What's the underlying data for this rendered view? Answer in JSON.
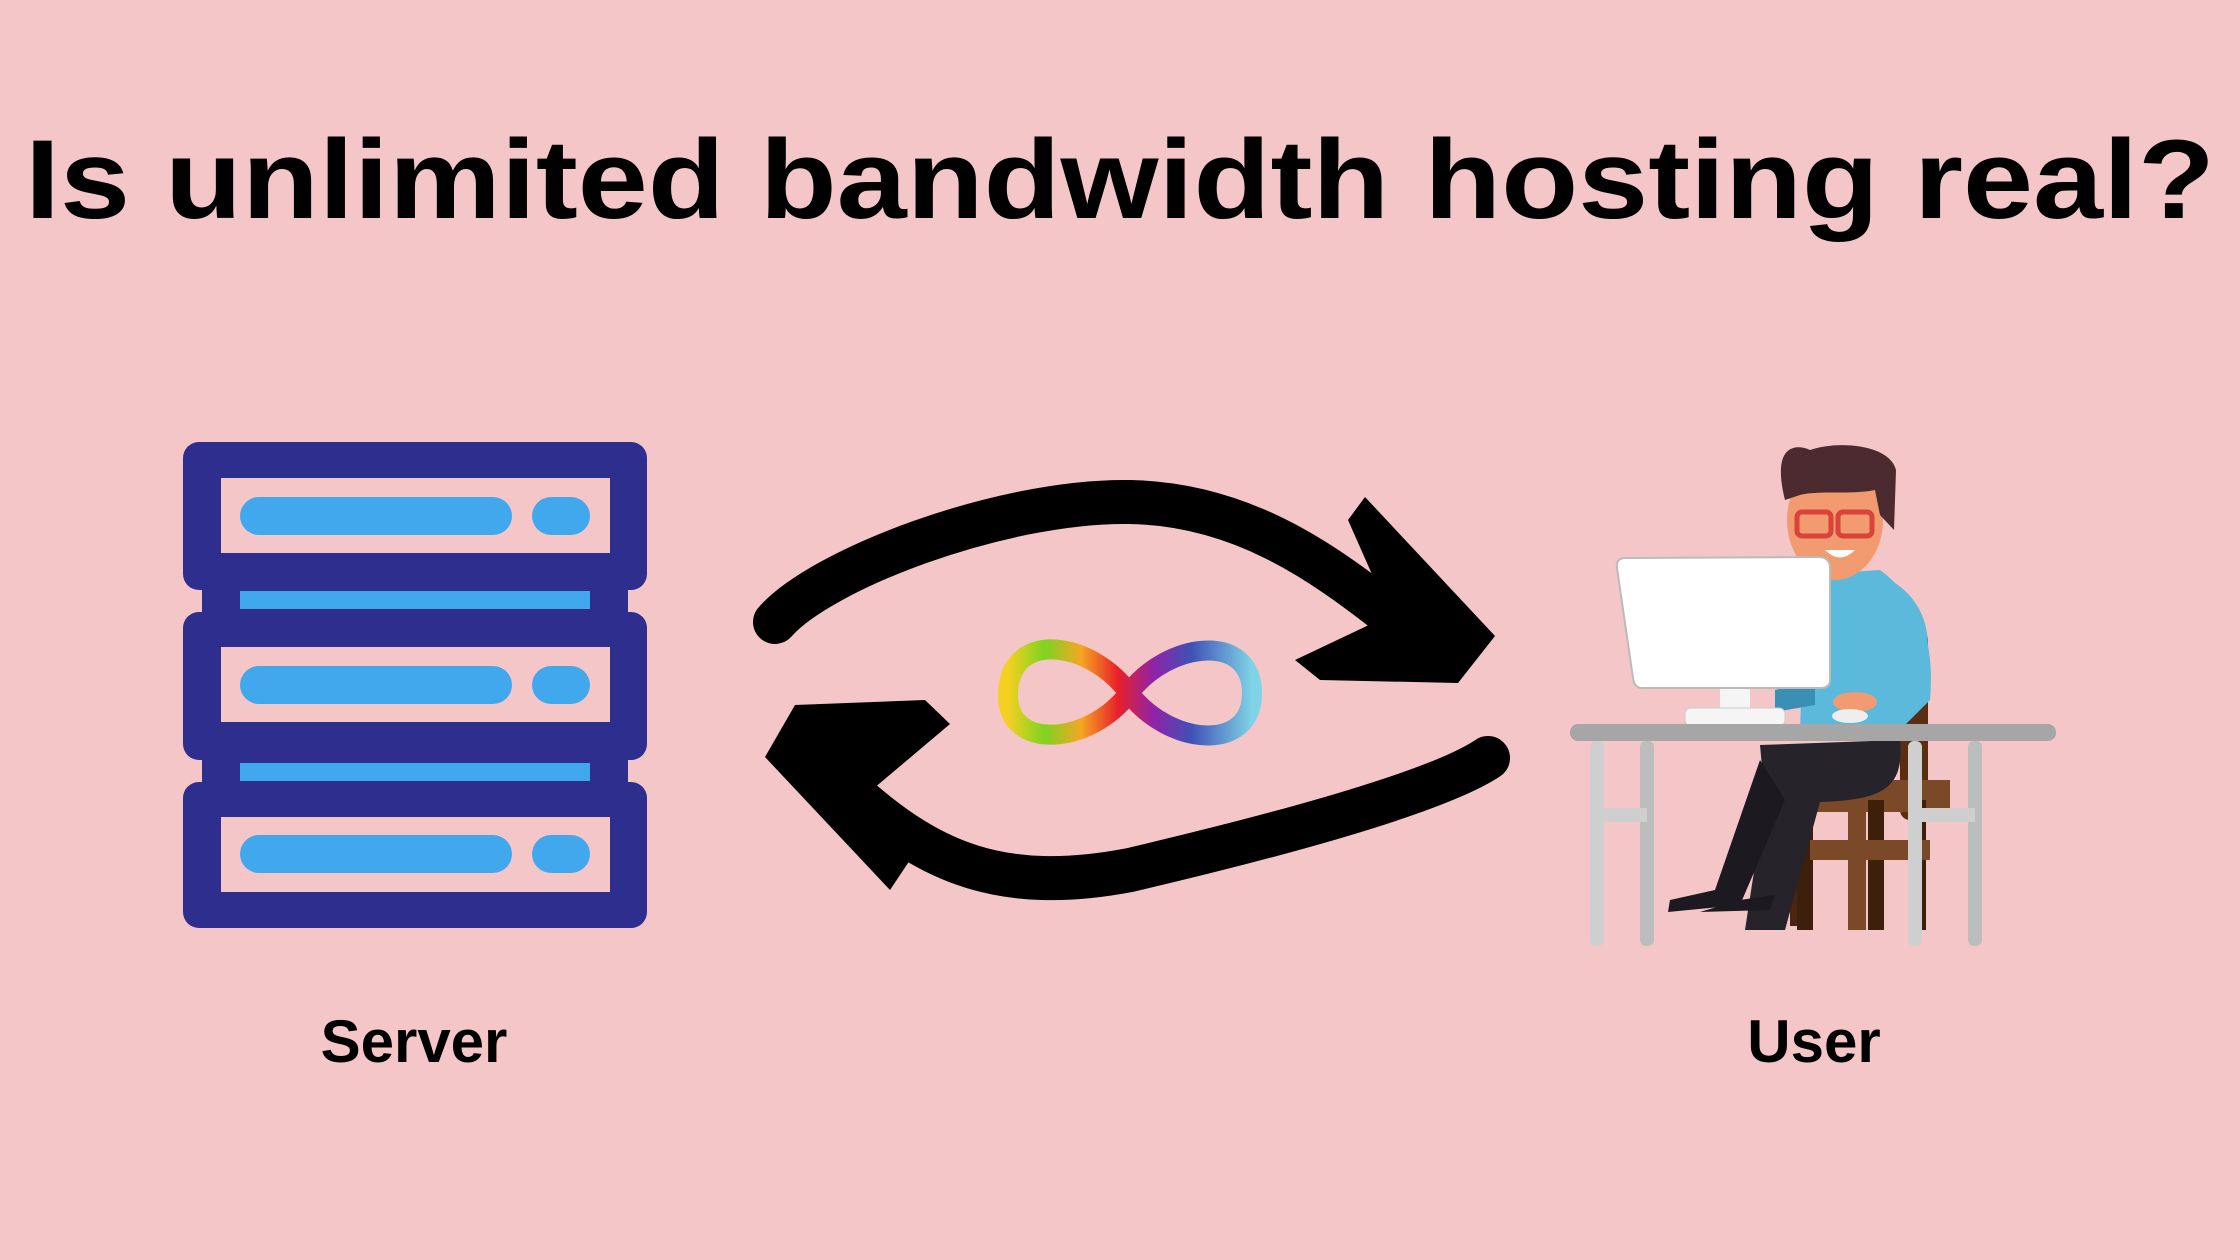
{
  "title": "Is unlimited bandwidth hosting real?",
  "labels": {
    "server": "Server",
    "user": "User"
  },
  "icons": {
    "server": "server-rack-icon",
    "user": "person-at-computer-illustration",
    "exchange": "two-way-arrows-icon",
    "infinity": "infinity-icon"
  },
  "colors": {
    "background": "#f4c6c7",
    "server_frame": "#2e2e8f",
    "server_light": "#42a8ee",
    "arrow": "#000000"
  }
}
